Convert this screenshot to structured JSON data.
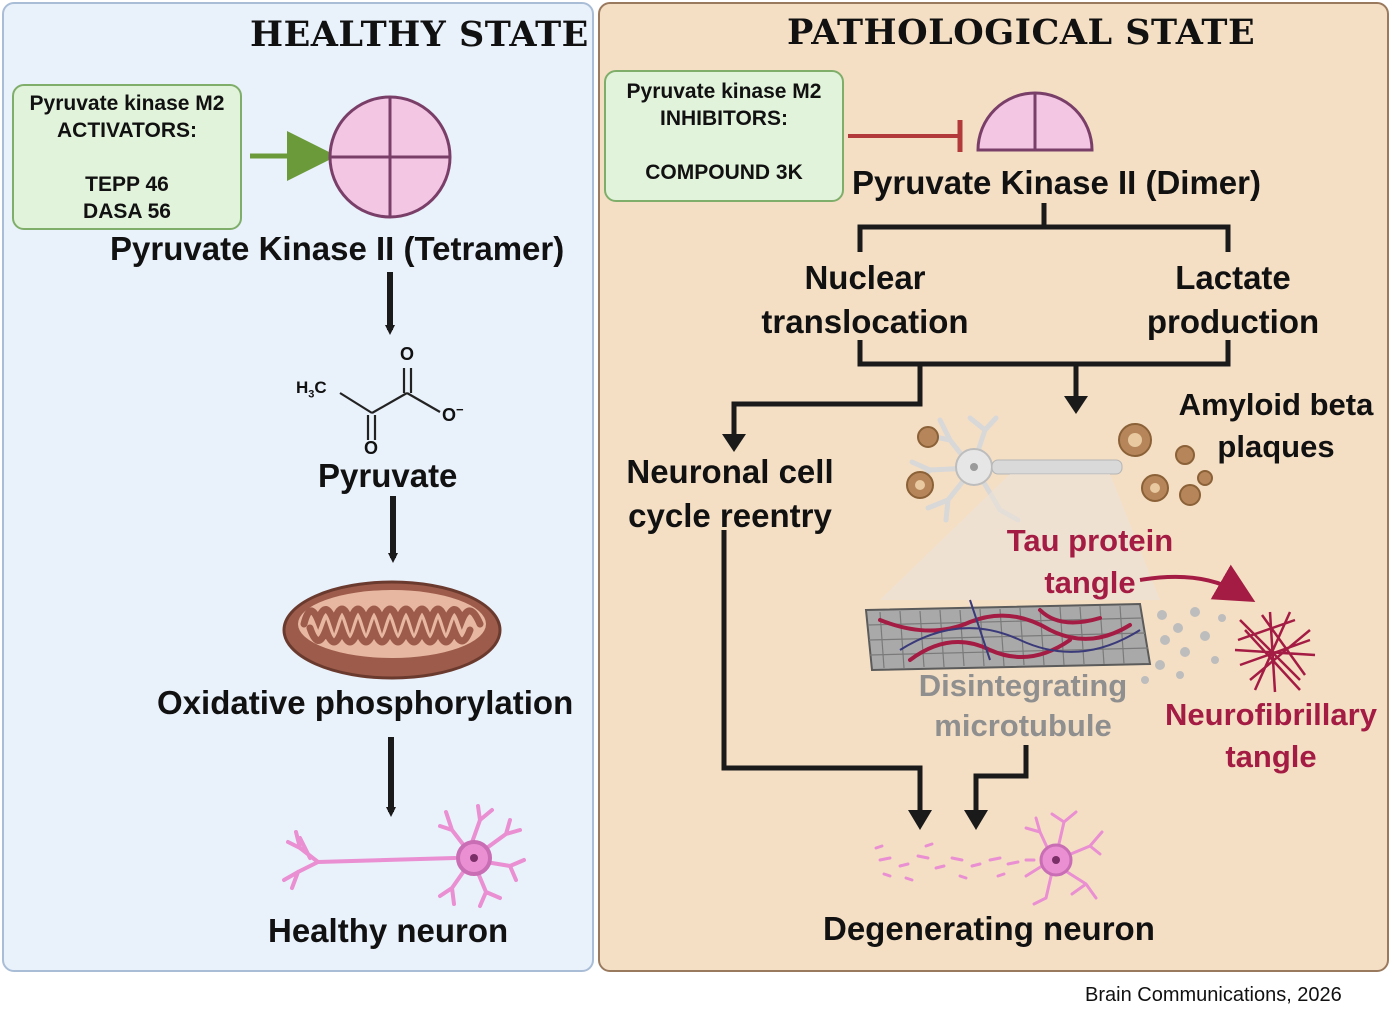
{
  "healthy": {
    "title": "HEALTHY STATE",
    "activators_box": {
      "line1": "Pyruvate kinase M2",
      "line2": "ACTIVATORS:",
      "line3": "TEPP 46",
      "line4": "DASA 56"
    },
    "enzyme_label": "Pyruvate Kinase II (Tetramer)",
    "molecule": {
      "h3c": "H",
      "h3c_sub": "3",
      "h3c_c": "C",
      "o_top": "O",
      "o_bottom": "O",
      "o_minus": "O",
      "charge": "−"
    },
    "pyruvate_label": "Pyruvate",
    "oxphos_label": "Oxidative phosphorylation",
    "neuron_label": "Healthy neuron"
  },
  "pathological": {
    "title": "PATHOLOGICAL STATE",
    "inhibitors_box": {
      "line1": "Pyruvate kinase M2",
      "line2": "INHIBITORS:",
      "line3": "COMPOUND 3K"
    },
    "enzyme_label": "Pyruvate Kinase II (Dimer)",
    "nuclear_line1": "Nuclear",
    "nuclear_line2": "translocation",
    "lactate_line1": "Lactate",
    "lactate_line2": "production",
    "amyloid_line1": "Amyloid beta",
    "amyloid_line2": "plaques",
    "cell_cycle_line1": "Neuronal cell",
    "cell_cycle_line2": "cycle reentry",
    "tau_line1": "Tau protein",
    "tau_line2": "tangle",
    "microtubule_line1": "Disintegrating",
    "microtubule_line2": "microtubule",
    "nft_line1": "Neurofibrillary",
    "nft_line2": "tangle",
    "neuron_label": "Degenerating neuron"
  },
  "credit": "Brain Communications, 2026",
  "colors": {
    "healthy_bg": "#e9f1fb",
    "patho_bg": "#f4dfc5",
    "box_fill": "#e2f3dc",
    "box_border": "#7fae6a",
    "activate_arrow": "#6a9a3a",
    "inhibit_line": "#b23a3a",
    "enzyme_pink": "#f3c6e4",
    "tau_red": "#a41c43",
    "neuron_pink": "#e98fd2"
  }
}
